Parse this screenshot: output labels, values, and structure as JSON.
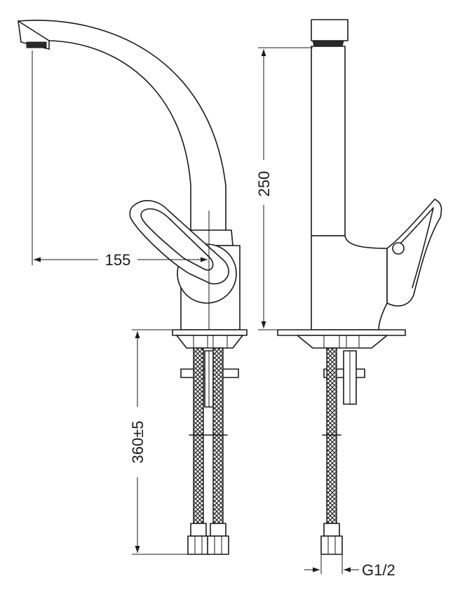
{
  "dimensions": {
    "spout_reach": "155",
    "spout_height": "250",
    "hose_length": "360±5",
    "thread": "G1/2"
  }
}
